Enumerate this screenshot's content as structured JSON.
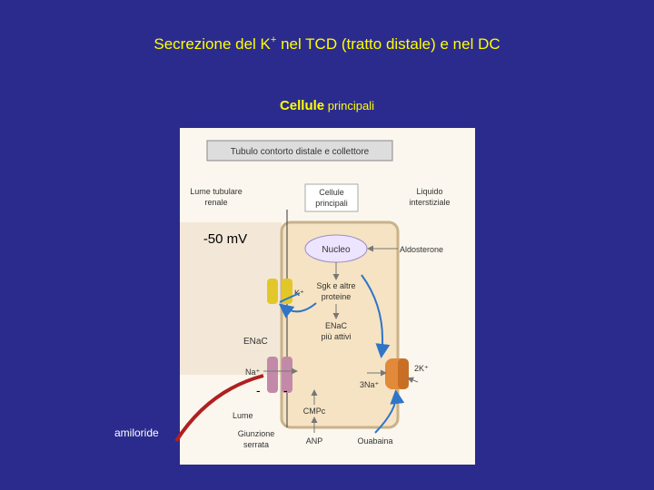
{
  "title": {
    "main": "Secrezione del K",
    "sup": "+",
    "rest": " nel TCD (tratto distale) e nel DC"
  },
  "subtitle": {
    "bold": "Cellule",
    "normal": " principali"
  },
  "diagram": {
    "header": "Tubulo contorto distale e collettore",
    "lumen_label": [
      "Lume tubulare",
      "renale"
    ],
    "cell_label": [
      "Cellule",
      "principali"
    ],
    "interstitial_label": [
      "Liquido",
      "interstiziale"
    ],
    "voltage": "-50 mV",
    "nucleus": "Nucleo",
    "aldosterone": "Aldosterone",
    "k_channel": "K⁺",
    "sgk": [
      "Sgk e altre",
      "proteine"
    ],
    "enac_active": [
      "ENaC",
      "più attivi"
    ],
    "enac": "ENaC",
    "na_plus": "Na⁺",
    "pump_k": "2K⁺",
    "pump_na": "3Na⁺",
    "minus1": "-",
    "minus2": "-",
    "lumen": "Lume",
    "cgmp": "CMPc",
    "tight_junction": [
      "Giunzione",
      "serrata"
    ],
    "anp": "ANP",
    "ouabain": "Ouabaina"
  },
  "side_label": "amiloride",
  "colors": {
    "background": "#2b2b8e",
    "title_text": "#ffff00",
    "figure_bg": "#fbf7ee",
    "cell_fill": "#f6e3c3",
    "k_channel": "#e2c72a",
    "enac": "#c28aa8",
    "pump": "#e08a3a",
    "arrow_blue": "#2f75c8",
    "amiloride_arrow": "#b02020"
  },
  "icons": [
    "k-channel-icon",
    "enac-channel-icon",
    "na-k-pump-icon"
  ]
}
